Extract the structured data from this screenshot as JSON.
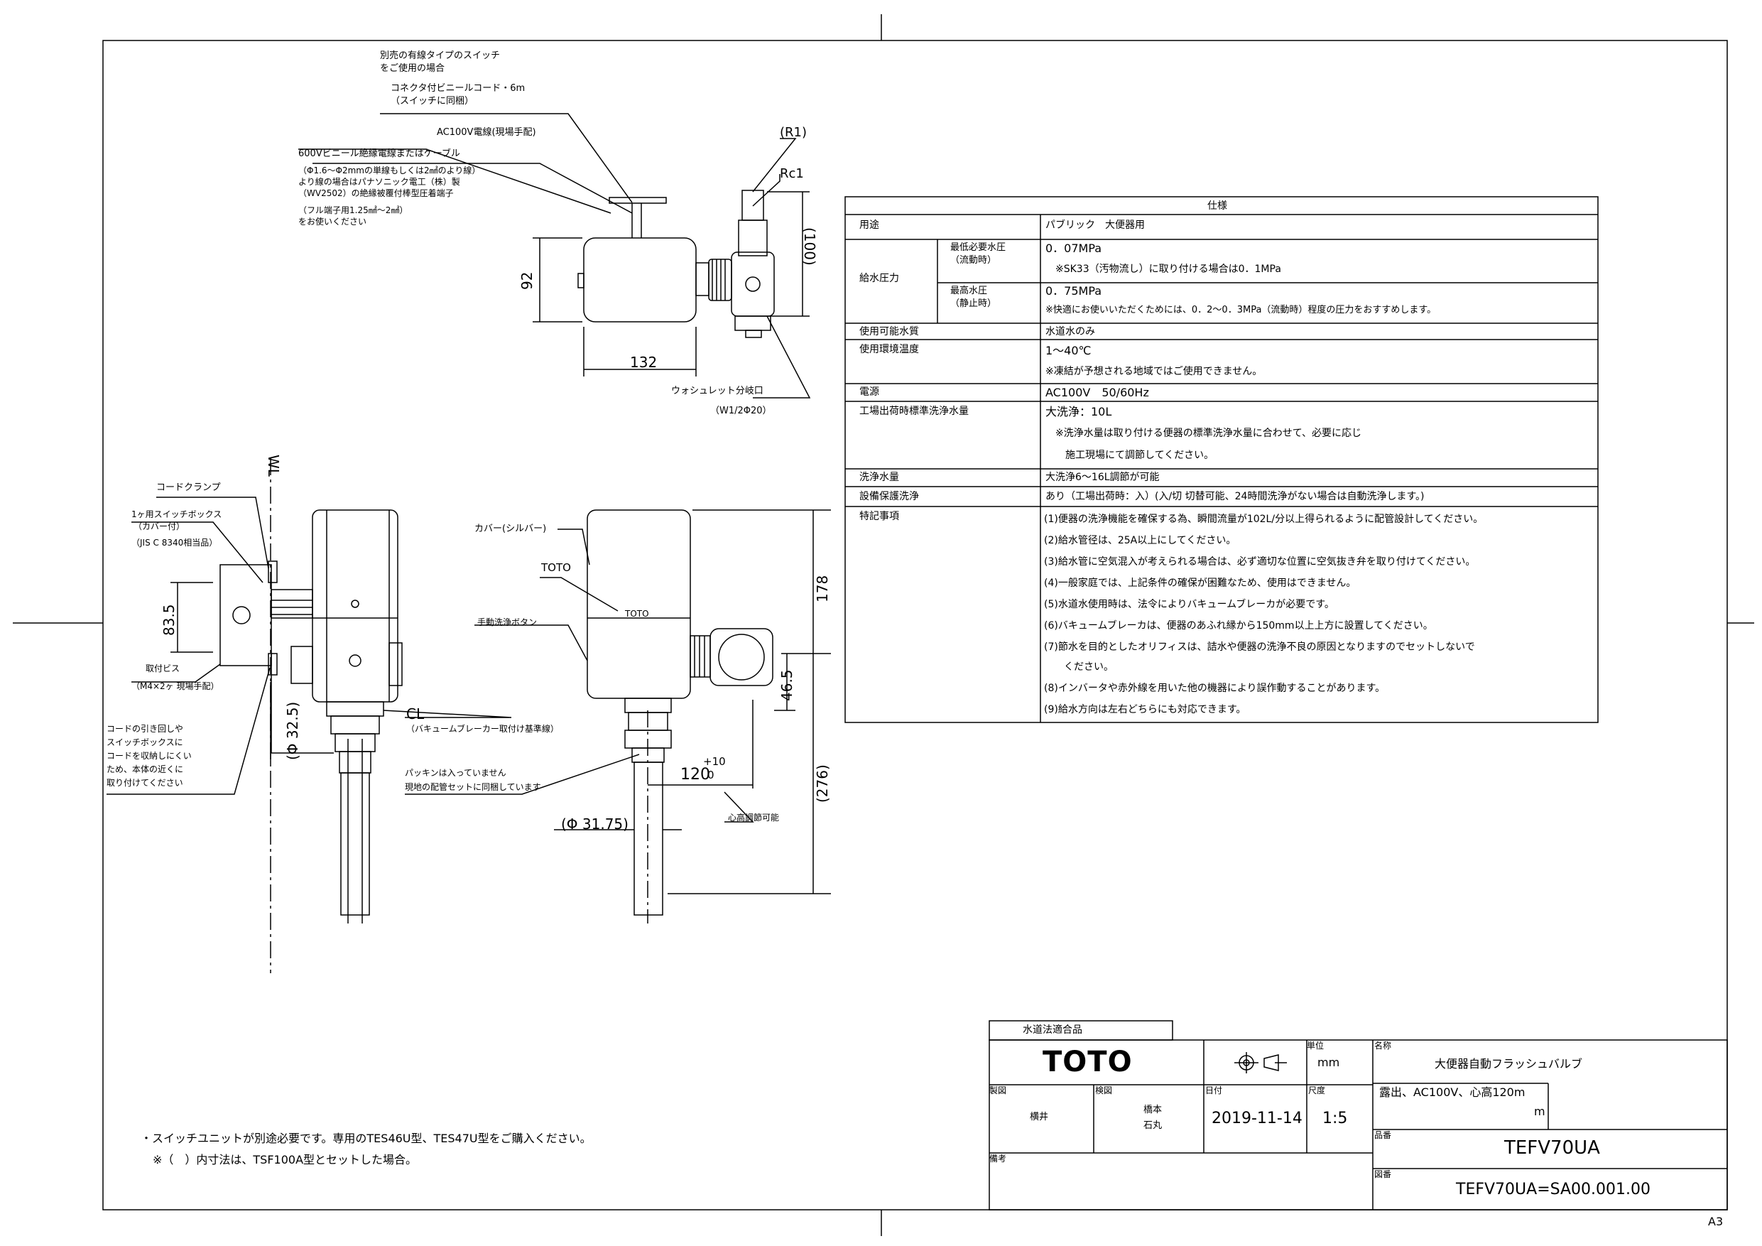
{
  "sheet_size": "A3",
  "callouts": {
    "switch_type": "別売の有線タイプのスイッチ",
    "switch_type_2": "をご使用の場合",
    "connector_cord": "コネクタ付ビニールコード・6m",
    "connector_cord_2": "（スイッチに同梱）",
    "power_line": "AC100V電線(現場手配)",
    "cable_1": "600Vビニール絶縁電線またはケーブル",
    "cable_2": "（Φ1.6～Φ2mmの単線もしくは2㎟のより線）",
    "cable_3": "より線の場合はパナソニック電工（株）製",
    "cable_4": "（WV2502）の絶縁被覆付棒型圧着端子",
    "cable_5": "（フル端子用1.25㎟～2㎟）",
    "cable_6": "をお使いください",
    "r1": "(R1)",
    "rc1": "Rc1",
    "washlet_branch": "ウォシュレット分岐口",
    "washlet_branch_2": "（W1/2Φ20）",
    "cord_clamp": "コードクランプ",
    "switch_box": "1ヶ用スイッチボックス",
    "switch_box_2": "（カバー付）",
    "switch_box_3": "（JIS C 8340相当品）",
    "anchor": "取付ビス",
    "anchor_2": "（M4×2ヶ 現場手配）",
    "cord_note_1": "コードの引き回しや",
    "cord_note_2": "スイッチボックスに",
    "cord_note_3": "コードを収納しにくい",
    "cord_note_4": "ため、本体の近くに",
    "cord_note_5": "取り付けてください",
    "cover": "カバー(シルバー)",
    "toto_label": "TOTO",
    "manual_button": "手動洗浄ボタン",
    "cl": "CL",
    "cl_note": "（バキュームブレーカー取付け基準線）",
    "packing_1": "パッキンは入っていません",
    "packing_2": "現地の配管セットに同梱しています",
    "center_adjust": "心高調節可能",
    "wl": "WL",
    "body_brand": "TOTO"
  },
  "dimensions": {
    "d92": "92",
    "d132": "132",
    "d100": "(100)",
    "d178": "178",
    "d83_5": "83.5",
    "d46_5": "46.5",
    "d276": "(276)",
    "d32_5": "(Φ 32.5)",
    "d31_75": "(Φ 31.75)",
    "d120": "120",
    "d120_tol_plus": "+10",
    "d120_tol_zero": "0"
  },
  "spec_table": {
    "title": "仕様",
    "rows": [
      {
        "label": "用途",
        "sub": "",
        "lines": [
          "パブリック　大便器用"
        ]
      },
      {
        "label": "給水圧力",
        "sub": "最低必要水圧\n（流動時）",
        "lines": [
          "0．07MPa",
          "　※SK33（汚物流し）に取り付ける場合は0．1MPa"
        ]
      },
      {
        "label": "",
        "sub": "最高水圧\n（静止時）",
        "lines": [
          "0．75MPa",
          "※快適にお使いいただくためには、0．2～0．3MPa（流動時）程度の圧力をおすすめします。"
        ]
      },
      {
        "label": "使用可能水質",
        "sub": "",
        "lines": [
          "水道水のみ"
        ]
      },
      {
        "label": "使用環境温度",
        "sub": "",
        "lines": [
          "1～40℃",
          "※凍結が予想される地域ではご使用できません。"
        ]
      },
      {
        "label": "電源",
        "sub": "",
        "lines": [
          "AC100V　50/60Hz"
        ]
      },
      {
        "label": "工場出荷時標準洗浄水量",
        "sub": "",
        "lines": [
          "大洗浄：10L",
          "　※洗浄水量は取り付ける便器の標準洗浄水量に合わせて、必要に応じ",
          "　　施工現場にて調節してください。"
        ]
      },
      {
        "label": "洗浄水量",
        "sub": "",
        "lines": [
          "大洗浄6～16L調節が可能"
        ]
      },
      {
        "label": "設備保護洗浄",
        "sub": "",
        "lines": [
          "あり（工場出荷時：入）(入/切 切替可能、24時間洗浄がない場合は自動洗浄します。)"
        ]
      },
      {
        "label": "特記事項",
        "sub": "",
        "lines": [
          "(1)便器の洗浄機能を確保する為、瞬間流量が102L/分以上得られるように配管設計してください。",
          "(2)給水管径は、25A以上にしてください。",
          "(3)給水管に空気混入が考えられる場合は、必ず適切な位置に空気抜き弁を取り付けてください。",
          "(4)一般家庭では、上記条件の確保が困難なため、使用はできません。",
          "(5)水道水使用時は、法令によりバキュームブレーカが必要です。",
          "(6)バキュームブレーカは、便器のあふれ縁から150mm以上上方に設置してください。",
          "(7)節水を目的としたオリフィスは、詰水や便器の洗浄不良の原因となりますのでセットしないで",
          "　　ください。",
          "(8)インバータや赤外線を用いた他の機器により誤作動することがあります。",
          "(9)給水方向は左右どちらにも対応できます。"
        ]
      }
    ]
  },
  "notes": {
    "line1": "・スイッチユニットが別途必要です。専用のTES46U型、TES47U型をご購入ください。",
    "line2": "※（　）内寸法は、TSF100A型とセットした場合。"
  },
  "title_block": {
    "compliance": "水道法適合品",
    "company": "TOTO",
    "unit_label": "単位",
    "unit": "mm",
    "name_label": "名称",
    "product_name": "大便器自動フラッシュバルブ",
    "product_desc": "露出、AC100V、心高120m",
    "product_desc_2": "m",
    "design_label": "製図",
    "designer": "横井",
    "check_label": "検図",
    "checker_1": "橋本",
    "checker_2": "石丸",
    "date_label": "日付",
    "date": "2019-11-14",
    "scale_label": "尺度",
    "scale": "1:5",
    "model_label": "品番",
    "model": "TEFV70UA",
    "remarks_label": "備考",
    "drawing_no_label": "図番",
    "drawing_no": "TEFV70UA=SA00.001.00"
  }
}
